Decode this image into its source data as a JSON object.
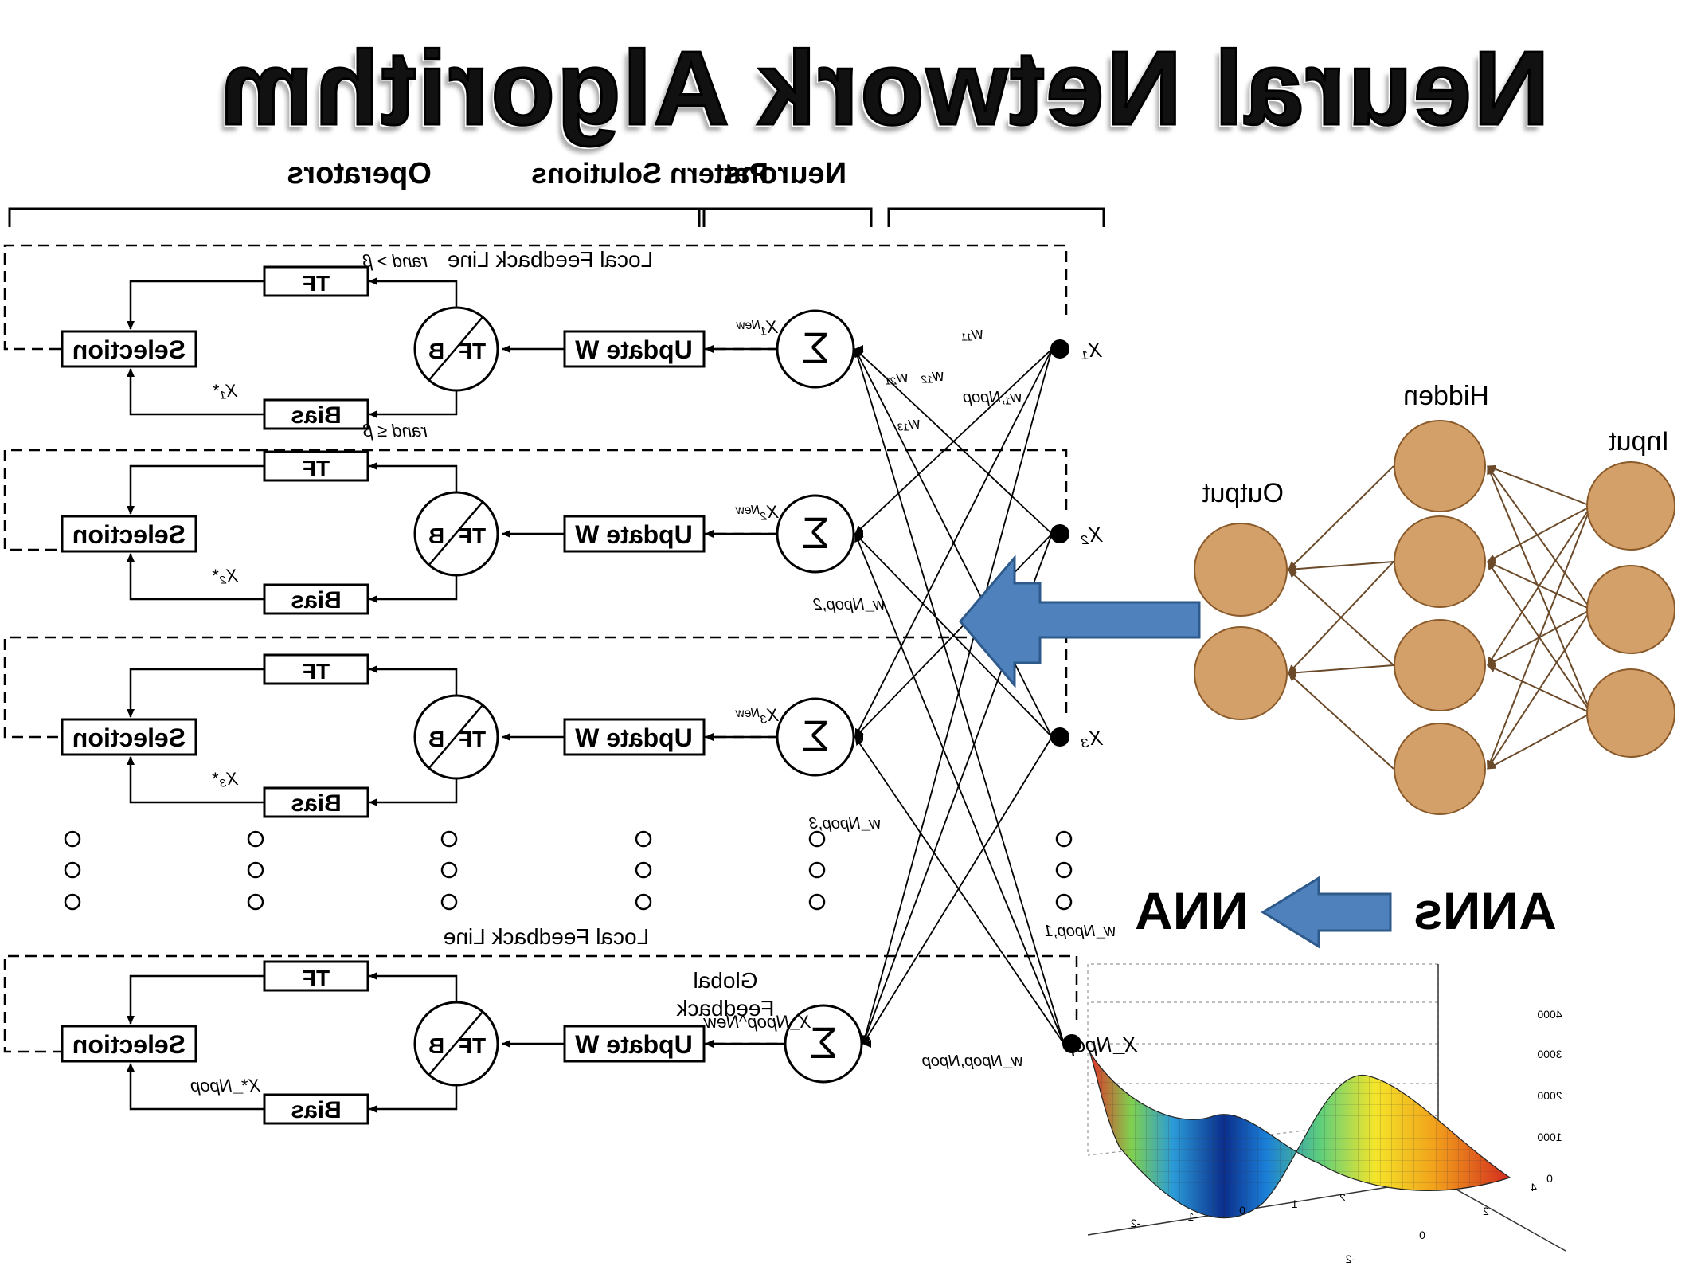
{
  "title": "Neural Network Algorithm",
  "headers": {
    "pattern_solutions": "Pattern Solutions",
    "neurons": "Neurons",
    "operators": "Operators"
  },
  "labels": {
    "local_feedback_top": "Local Feedback Line",
    "local_feedback_bottom": "Local Feedback Line",
    "global_feedback_1": "Global",
    "global_feedback_2": "Feedback",
    "rand_gt": "rand > β",
    "rand_le": "rand ≤ β",
    "sigma": "Σ",
    "update_w": "Update W",
    "tf": "TF",
    "b": "B",
    "bias": "Bias",
    "selection": "Selection"
  },
  "rows": [
    {
      "solution": "X₁",
      "new": "X₁ᴺᵉʷ",
      "star": "X₁*"
    },
    {
      "solution": "X₂",
      "new": "X₂ᴺᵉʷ",
      "star": "X₂*"
    },
    {
      "solution": "X₃",
      "new": "X₃ᴺᵉʷ",
      "star": "X₃*"
    },
    {
      "solution": "X_Npop",
      "new": "X_Npop^New",
      "star": "X*_Npop"
    }
  ],
  "weights": {
    "w11": "w₁₁",
    "w12": "w₁₂",
    "w21": "w₂₁",
    "w13": "w₁₃",
    "w1npop": "w₁,Npop",
    "wnpop2": "w_Npop,2",
    "wnpop3": "w_Npop,3",
    "wnpop1": "w_Npop,1",
    "wnpopnpop": "w_Npop,Npop"
  },
  "ann": {
    "input_label": "Input",
    "hidden_label": "Hidden",
    "output_label": "Output",
    "node_color": "#d4a06a",
    "edge_color": "#6b4a2a"
  },
  "relation": {
    "from": "ANNs",
    "to": "NNA",
    "arrow_color": "#4f81bd"
  },
  "surface_plot": {
    "z_ticks": [
      "4000",
      "3000",
      "2000",
      "1000",
      "0"
    ],
    "x_ticks": [
      "-2",
      "-1",
      "0",
      "1",
      "2"
    ],
    "y_ticks": [
      "-2",
      "0",
      "2",
      "4"
    ]
  }
}
